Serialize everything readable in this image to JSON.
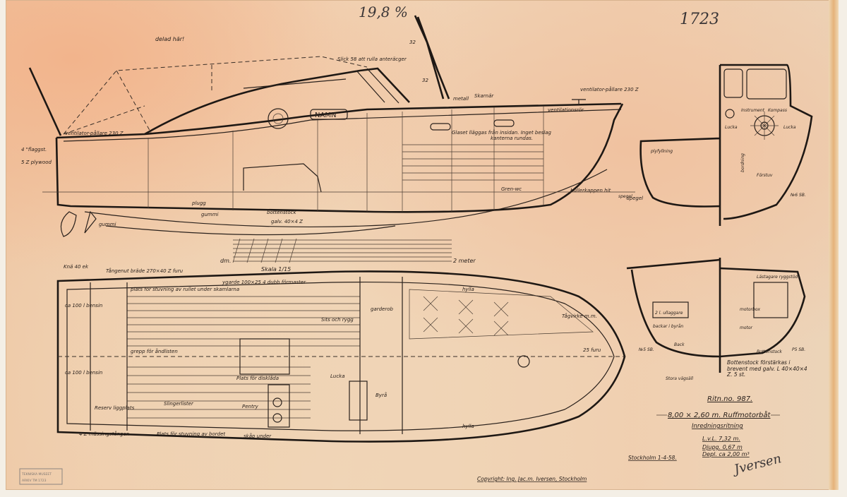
{
  "annotations": {
    "top_handwritten": "19,8 %",
    "sheet_number": "1723"
  },
  "profile_view": {
    "name_board": "NAMN",
    "labels": {
      "delad": "delad här!",
      "slick": "Slick 58 att rulla anteräcger",
      "ventilator_aft": "ventilator-pållare 230 Z",
      "ventilator_fwd": "ventilator-pållare 230 Z",
      "ventilationsrör": "ventilationsrör",
      "flaggstang": "4 \"flaggst.",
      "plywood": "5 Z plywood",
      "metall": "metall",
      "skarnar": "Skarnär",
      "glaset": "Glaset lläggas från insidan. Inget beslag",
      "kanterna": "kanterna rundas.",
      "plugg": "plugg",
      "gummi1": "gummi",
      "gummi2": "gummi",
      "galv": "galv. 40×4 Z",
      "bottenstock": "bottenstock",
      "bullerkapp": "bullerkappen hit",
      "gren": "Gren-wc",
      "spegel": "spegel",
      "dim32a": "32",
      "dim32b": "32"
    }
  },
  "scale": {
    "dm": "dm.",
    "label": "Skala 1/15",
    "meter": "2 meter"
  },
  "plan_view": {
    "labels": {
      "knä": "Knä 40 ek",
      "tangenut": "Tångenut bräde 270×40 Z furu",
      "ygarde": "ygarde 100×25  4 dubb förmaster",
      "plats": "plats för stuvning av rullet under skamlarna",
      "bensin1": "ca 100 l bensin",
      "bensin2": "ca 100 l bensin",
      "grepp": "grepp för åndlisten",
      "sits": "Sits och rygg",
      "garderob": "garderob",
      "hylla1": "hylla",
      "hylla2": "hylla",
      "tagvirke": "Tågvirke m.m.",
      "reserv": "Reserv liggplats",
      "slingerlister": "Slingerlister",
      "pentry": "Pentry",
      "byra": "Byrå",
      "lucka": "Lucka",
      "mässing": "4 Z mässingstången",
      "plats_bordet": "Plats för stuvning av bordet",
      "skap": "skåp under",
      "furu": "25 furu",
      "platsdisk": "Plats för disklåda"
    }
  },
  "sections": {
    "upper": {
      "instrument": "Instrument",
      "kompass": "Kompass",
      "lucka_left": "Lucka",
      "lucka_right": "Lucka",
      "forstuv": "Förstuv",
      "spegel": "spegel",
      "frame": "№6 SB.",
      "plyfyllning": "plyfyllning",
      "bordning": "bordning"
    },
    "lower": {
      "lastagare": "Lästagare ryggstöd",
      "motor": "motor",
      "motorbox": "motorbox",
      "ullaggare": "2 l. ullaggare",
      "backar": "backar i byrån",
      "back": "Back",
      "bottenstock": "Bottenstock",
      "frame_left": "№5 SB.",
      "frame_right": "P5 SB.",
      "stora": "Stora vägsäll",
      "forstarkas": "Bottenstock förstärkas i brevent med galv. L 40×40×4 Z. 5 st."
    }
  },
  "title_block": {
    "drawing_no": "Ritn.no. 987.",
    "title": "8,00 × 2,60 m. Ruffmotorbåt",
    "subtitle": "Inredningsritning",
    "lvl": "L.v.L.  7,32 m.",
    "djupg": "Djupg.  0,67 m",
    "depl": "Depl. ca 2,00 m³",
    "place_date": "Stockholm  1-4-58.",
    "signature": "Jversen",
    "copyright": "Copyright: Ing. Jac.m. Iversen, Stockholm"
  },
  "stamp": {
    "line1": "TEKNISKA MUSEET",
    "line2": "ARKIV TM 1723"
  }
}
